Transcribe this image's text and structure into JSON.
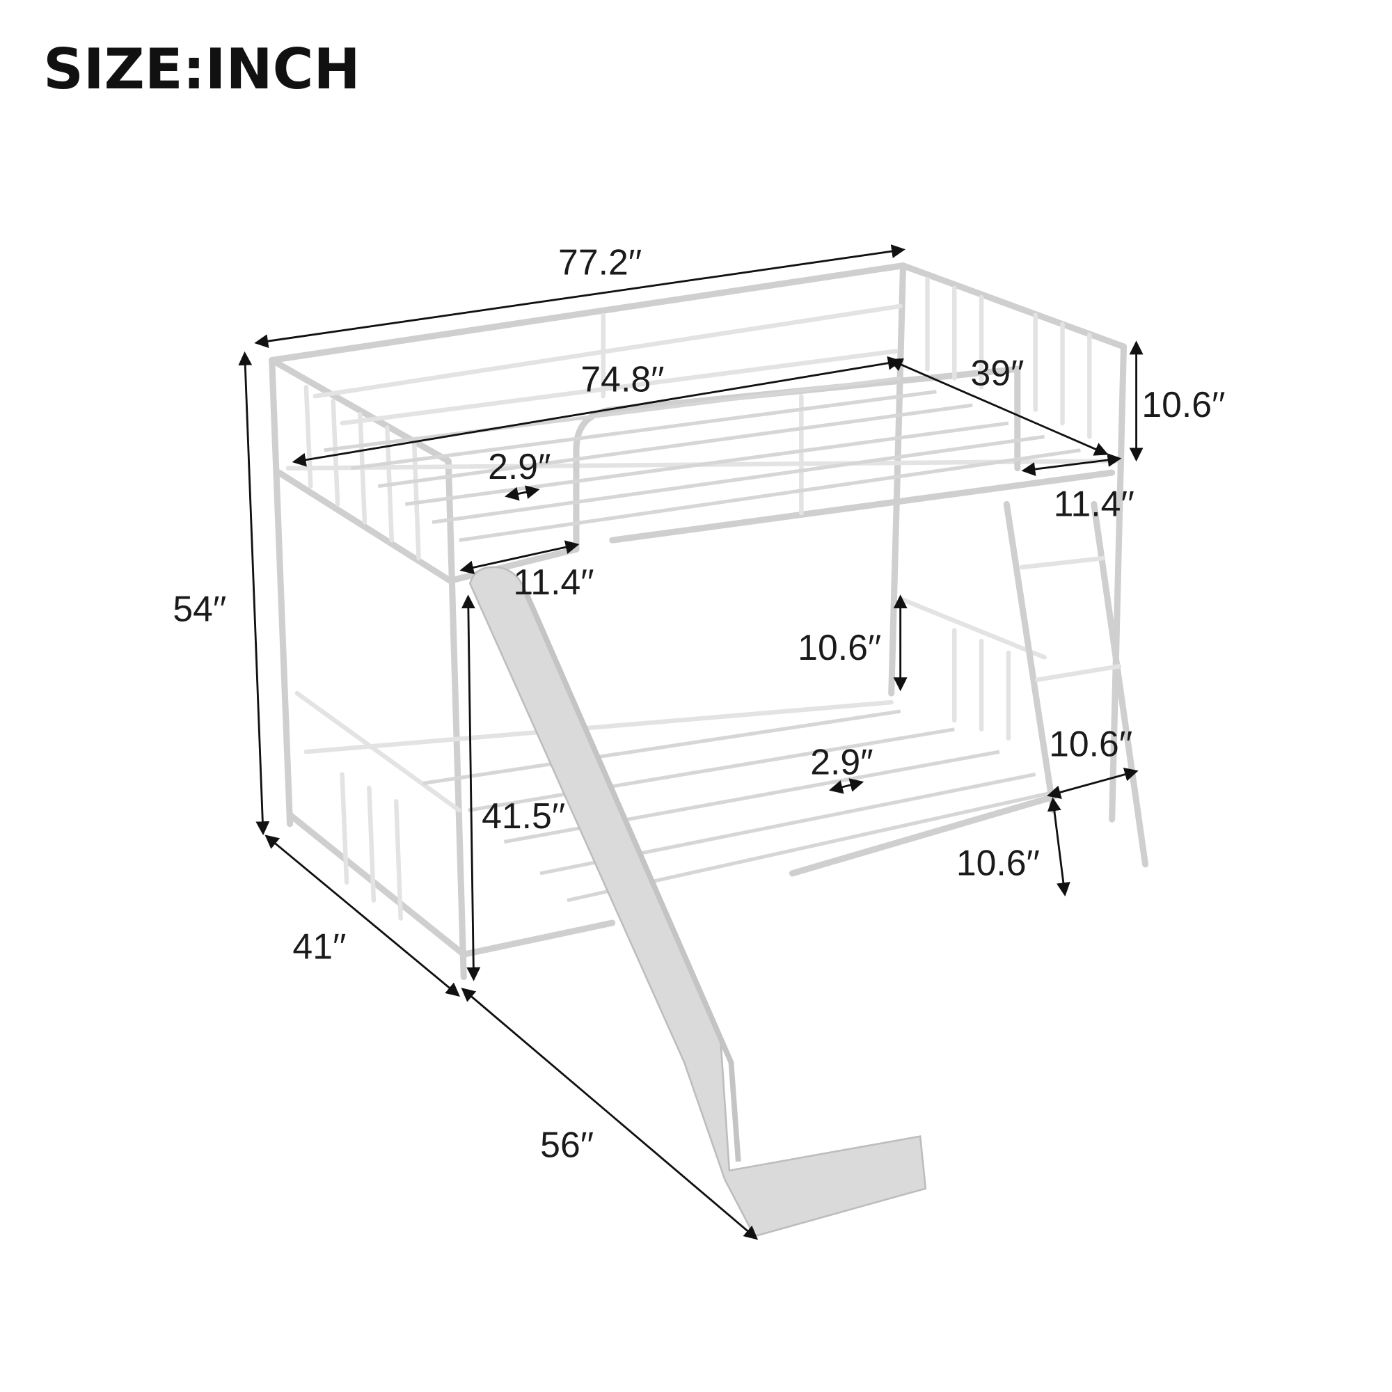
{
  "title": "SIZE:INCH",
  "dimensions": {
    "overall_length": "77.2′′",
    "inner_length": "74.8′′",
    "inner_width": "39′′",
    "top_guardrail_height": "10.6′′",
    "slat_gap_top": "2.9″",
    "ladder_opening_top": "11.4′′",
    "slide_opening": "11.4′′",
    "overall_height": "54′′",
    "bottom_guardrail_height": "10.6′′",
    "ladder_step_width": "10.6′′",
    "slat_gap_bottom": "2.9″",
    "under_bed_clearance": "41.5′′",
    "ladder_depth": "10.6′′",
    "overall_width": "41′′",
    "slide_length": "56′′"
  },
  "colors": {
    "frame": "#cfcfcf",
    "slide": "#d9d9d9",
    "text": "#1a1a1a"
  }
}
